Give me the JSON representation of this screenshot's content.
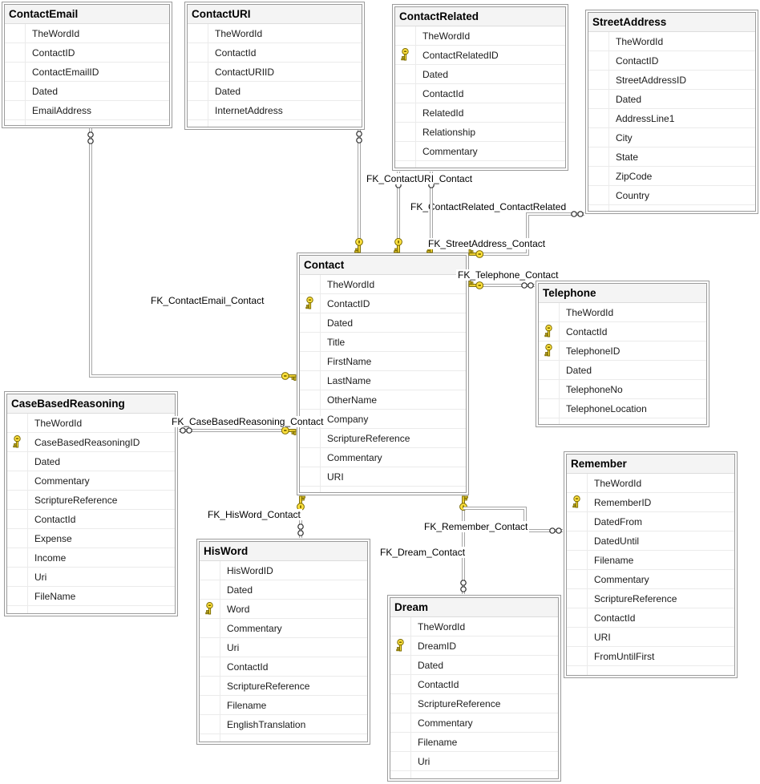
{
  "colors": {
    "background": "#ffffff",
    "table_border": "#9b9b9b",
    "header_background": "#f4f4f4",
    "row_divider": "#ebebeb",
    "field_text": "#1b1b1b",
    "connector": "#a6a6a6",
    "key_icon_gold": "#ffe13e",
    "key_icon_outline": "#7a6a00"
  },
  "tables": [
    {
      "name": "ContactEmail",
      "fields": [
        {
          "name": "TheWordId",
          "key": false
        },
        {
          "name": "ContactID",
          "key": false
        },
        {
          "name": "ContactEmailID",
          "key": false
        },
        {
          "name": "Dated",
          "key": false
        },
        {
          "name": "EmailAddress",
          "key": false
        }
      ]
    },
    {
      "name": "ContactURI",
      "fields": [
        {
          "name": "TheWordId",
          "key": false
        },
        {
          "name": "ContactId",
          "key": false
        },
        {
          "name": "ContactURIID",
          "key": false
        },
        {
          "name": "Dated",
          "key": false
        },
        {
          "name": "InternetAddress",
          "key": false
        }
      ]
    },
    {
      "name": "ContactRelated",
      "fields": [
        {
          "name": "TheWordId",
          "key": false
        },
        {
          "name": "ContactRelatedID",
          "key": true
        },
        {
          "name": "Dated",
          "key": false
        },
        {
          "name": "ContactId",
          "key": false
        },
        {
          "name": "RelatedId",
          "key": false
        },
        {
          "name": "Relationship",
          "key": false
        },
        {
          "name": "Commentary",
          "key": false
        }
      ]
    },
    {
      "name": "StreetAddress",
      "fields": [
        {
          "name": "TheWordId",
          "key": false
        },
        {
          "name": "ContactID",
          "key": false
        },
        {
          "name": "StreetAddressID",
          "key": false
        },
        {
          "name": "Dated",
          "key": false
        },
        {
          "name": "AddressLine1",
          "key": false
        },
        {
          "name": "City",
          "key": false
        },
        {
          "name": "State",
          "key": false
        },
        {
          "name": "ZipCode",
          "key": false
        },
        {
          "name": "Country",
          "key": false
        }
      ]
    },
    {
      "name": "Contact",
      "fields": [
        {
          "name": "TheWordId",
          "key": false
        },
        {
          "name": "ContactID",
          "key": true
        },
        {
          "name": "Dated",
          "key": false
        },
        {
          "name": "Title",
          "key": false
        },
        {
          "name": "FirstName",
          "key": false
        },
        {
          "name": "LastName",
          "key": false
        },
        {
          "name": "OtherName",
          "key": false
        },
        {
          "name": "Company",
          "key": false
        },
        {
          "name": "ScriptureReference",
          "key": false
        },
        {
          "name": "Commentary",
          "key": false
        },
        {
          "name": "URI",
          "key": false
        }
      ]
    },
    {
      "name": "Telephone",
      "fields": [
        {
          "name": "TheWordId",
          "key": false
        },
        {
          "name": "ContactId",
          "key": true
        },
        {
          "name": "TelephoneID",
          "key": true
        },
        {
          "name": "Dated",
          "key": false
        },
        {
          "name": "TelephoneNo",
          "key": false
        },
        {
          "name": "TelephoneLocation",
          "key": false
        }
      ]
    },
    {
      "name": "CaseBasedReasoning",
      "fields": [
        {
          "name": "TheWordId",
          "key": false
        },
        {
          "name": "CaseBasedReasoningID",
          "key": true
        },
        {
          "name": "Dated",
          "key": false
        },
        {
          "name": "Commentary",
          "key": false
        },
        {
          "name": "ScriptureReference",
          "key": false
        },
        {
          "name": "ContactId",
          "key": false
        },
        {
          "name": "Expense",
          "key": false
        },
        {
          "name": "Income",
          "key": false
        },
        {
          "name": "Uri",
          "key": false
        },
        {
          "name": "FileName",
          "key": false
        }
      ]
    },
    {
      "name": "HisWord",
      "fields": [
        {
          "name": "HisWordID",
          "key": false
        },
        {
          "name": "Dated",
          "key": false
        },
        {
          "name": "Word",
          "key": true
        },
        {
          "name": "Commentary",
          "key": false
        },
        {
          "name": "Uri",
          "key": false
        },
        {
          "name": "ContactId",
          "key": false
        },
        {
          "name": "ScriptureReference",
          "key": false
        },
        {
          "name": "Filename",
          "key": false
        },
        {
          "name": "EnglishTranslation",
          "key": false
        }
      ]
    },
    {
      "name": "Dream",
      "fields": [
        {
          "name": "TheWordId",
          "key": false
        },
        {
          "name": "DreamID",
          "key": true
        },
        {
          "name": "Dated",
          "key": false
        },
        {
          "name": "ContactId",
          "key": false
        },
        {
          "name": "ScriptureReference",
          "key": false
        },
        {
          "name": "Commentary",
          "key": false
        },
        {
          "name": "Filename",
          "key": false
        },
        {
          "name": "Uri",
          "key": false
        }
      ]
    },
    {
      "name": "Remember",
      "fields": [
        {
          "name": "TheWordId",
          "key": false
        },
        {
          "name": "RememberID",
          "key": true
        },
        {
          "name": "DatedFrom",
          "key": false
        },
        {
          "name": "DatedUntil",
          "key": false
        },
        {
          "name": "Filename",
          "key": false
        },
        {
          "name": "Commentary",
          "key": false
        },
        {
          "name": "ScriptureReference",
          "key": false
        },
        {
          "name": "ContactId",
          "key": false
        },
        {
          "name": "URI",
          "key": false
        },
        {
          "name": "FromUntilFirst",
          "key": false
        }
      ]
    }
  ],
  "relationships": [
    {
      "label": "FK_ContactEmail_Contact"
    },
    {
      "label": "FK_ContactURI_Contact"
    },
    {
      "label": "FK_ContactRelated_ContactRelated"
    },
    {
      "label": "FK_StreetAddress_Contact"
    },
    {
      "label": "FK_Telephone_Contact"
    },
    {
      "label": "FK_CaseBasedReasoning_Contact"
    },
    {
      "label": "FK_HisWord_Contact"
    },
    {
      "label": "FK_Dream_Contact"
    },
    {
      "label": "FK_Remember_Contact"
    }
  ]
}
